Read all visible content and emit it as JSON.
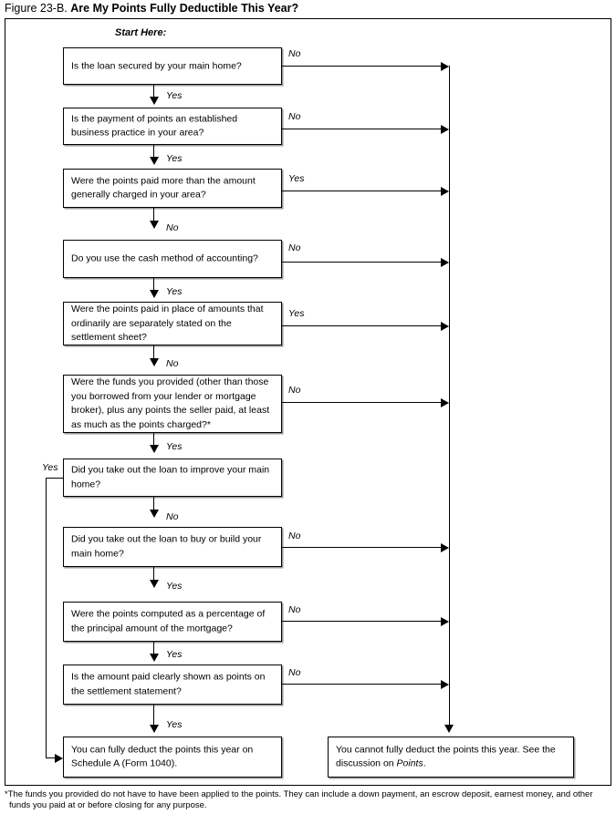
{
  "figure": {
    "number": "Figure 23-B.",
    "name": "Are My Points Fully Deductible This Year?",
    "start_label": "Start Here:"
  },
  "nodes": [
    {
      "id": "q1",
      "text": "Is the loan secured by your main home?"
    },
    {
      "id": "q2",
      "text": "Is the payment of points an established business practice in your area?"
    },
    {
      "id": "q3",
      "text": "Were the points paid more than the amount generally charged in your area?"
    },
    {
      "id": "q4",
      "text": "Do you use the cash method of accounting?"
    },
    {
      "id": "q5",
      "text": "Were the points paid in place of amounts that ordinarily are separately stated on the settlement sheet?"
    },
    {
      "id": "q6",
      "text": "Were the funds you provided (other than those you borrowed from your lender or mortgage broker), plus any points the seller paid, at least as much as the points charged?*"
    },
    {
      "id": "q7",
      "text": "Did you take out the loan to improve your main home?"
    },
    {
      "id": "q8",
      "text": "Did you take out the loan to buy or build your main home?"
    },
    {
      "id": "q9",
      "text": "Were the points computed as a percentage of the principal amount of the mortgage?"
    },
    {
      "id": "q10",
      "text": "Is the amount paid clearly shown as points on the settlement statement?"
    },
    {
      "id": "result_yes",
      "text": "You can fully deduct the points this year on Schedule A (Form 1040)."
    },
    {
      "id": "result_no",
      "text_pre": "You cannot fully deduct the points this year. See the discussion on ",
      "text_em": "Points",
      "text_post": "."
    }
  ],
  "edges": {
    "q1_down": "Yes",
    "q1_right": "No",
    "q2_down": "Yes",
    "q2_right": "No",
    "q3_down": "No",
    "q3_right": "Yes",
    "q4_down": "Yes",
    "q4_right": "No",
    "q5_down": "No",
    "q5_right": "Yes",
    "q6_down": "Yes",
    "q6_right": "No",
    "q7_down": "No",
    "q7_left": "Yes",
    "q8_down": "Yes",
    "q8_right": "No",
    "q9_down": "Yes",
    "q9_right": "No",
    "q10_down": "Yes",
    "q10_right": "No"
  },
  "footnote": {
    "line1": "*The funds you provided do not have to have been applied to the points. They can include a down payment, an escrow deposit, earnest money, and other",
    "line2": "funds you paid at or before closing for any purpose."
  },
  "colors": {
    "line": "#000000",
    "shadow": "#9a9a9a",
    "background": "#ffffff"
  }
}
